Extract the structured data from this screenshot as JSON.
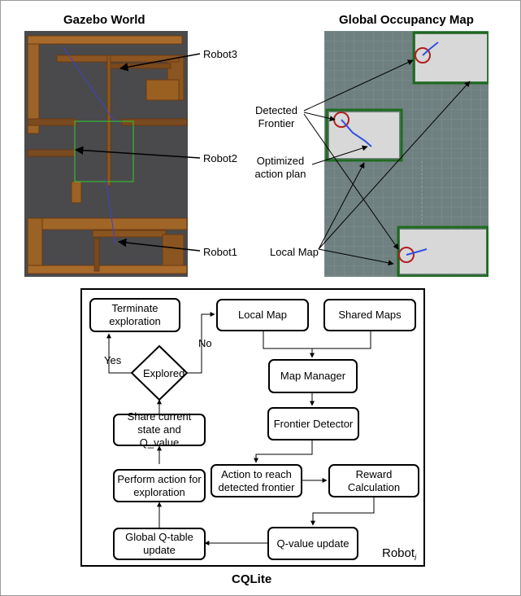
{
  "titles": {
    "gazebo": "Gazebo World",
    "global_map": "Global Occupancy Map",
    "cqlite": "CQLite"
  },
  "gazebo_labels": {
    "robot3": "Robot3",
    "robot2": "Robot2",
    "robot1": "Robot1"
  },
  "map_labels": {
    "detected_frontier_1": "Detected",
    "detected_frontier_2": "Frontier",
    "optimized_1": "Optimized",
    "optimized_2": "action plan",
    "local_map": "Local Map"
  },
  "flowchart": {
    "terminate_1": "Terminate",
    "terminate_2": "exploration",
    "local_map": "Local Map",
    "shared_maps": "Shared Maps",
    "map_manager": "Map Manager",
    "frontier_detector": "Frontier Detector",
    "explored": "Explored",
    "yes": "Yes",
    "no": "No",
    "share_1": "Share current",
    "share_2": "state and Q_value",
    "action_1": "Action to reach",
    "action_2": "detected frontier",
    "reward_1": "Reward",
    "reward_2": "Calculation",
    "perform_1": "Perform action for",
    "perform_2": "exploration",
    "qtable_1": "Global Q-table",
    "qtable_2": "update",
    "qvalue": "Q-value update",
    "robot_label": "Robot",
    "robot_subscript": "i"
  },
  "colors": {
    "frontier_box": "#1e6b1e",
    "frontier_circle": "#b02020",
    "path_line": "#3050e0",
    "wood": "#8a5a22"
  }
}
